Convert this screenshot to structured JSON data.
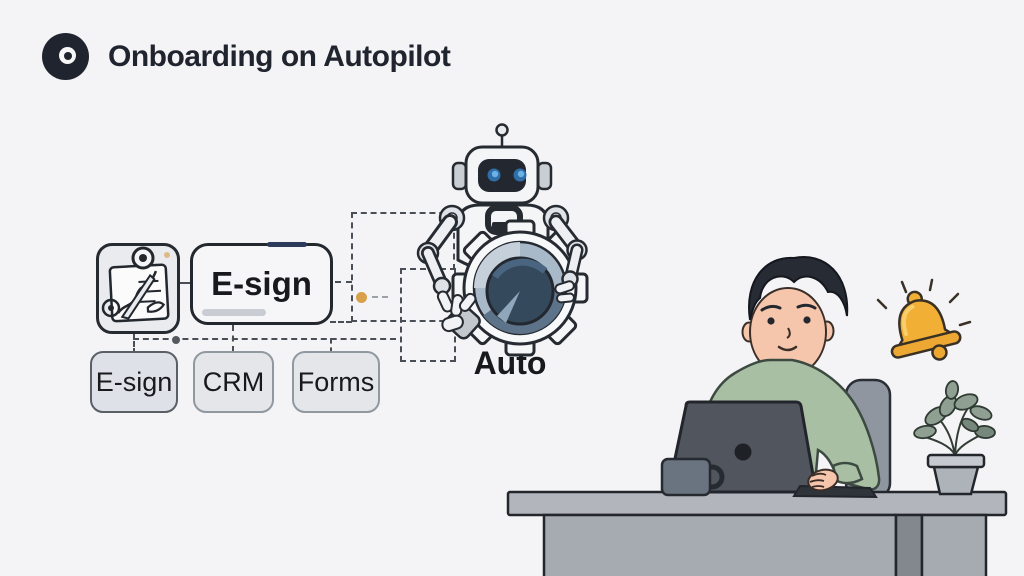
{
  "header": {
    "title": "Onboarding on Autopilot"
  },
  "diagram": {
    "main_integration": {
      "label": "E-sign"
    },
    "integrations": [
      {
        "label": "E-sign"
      },
      {
        "label": "CRM"
      },
      {
        "label": "Forms"
      }
    ],
    "automation_label": "Auto"
  },
  "icons": {
    "logo": "record-target-icon",
    "card": "esign-document-icon",
    "robot": "robot-turning-gear-dial",
    "bell": "notification-bell-icon",
    "scene": "person-working-at-desk"
  },
  "colors": {
    "background": "#f4f4f6",
    "ink": "#20242e",
    "accent_dot": "#d9a04c",
    "navy_accent": "#2e3a5a",
    "bell_gold": "#f1af35",
    "sweater_green": "#a9bfa4",
    "knob_navy": "#35495d",
    "dial_steel": "#a8b9ca"
  }
}
